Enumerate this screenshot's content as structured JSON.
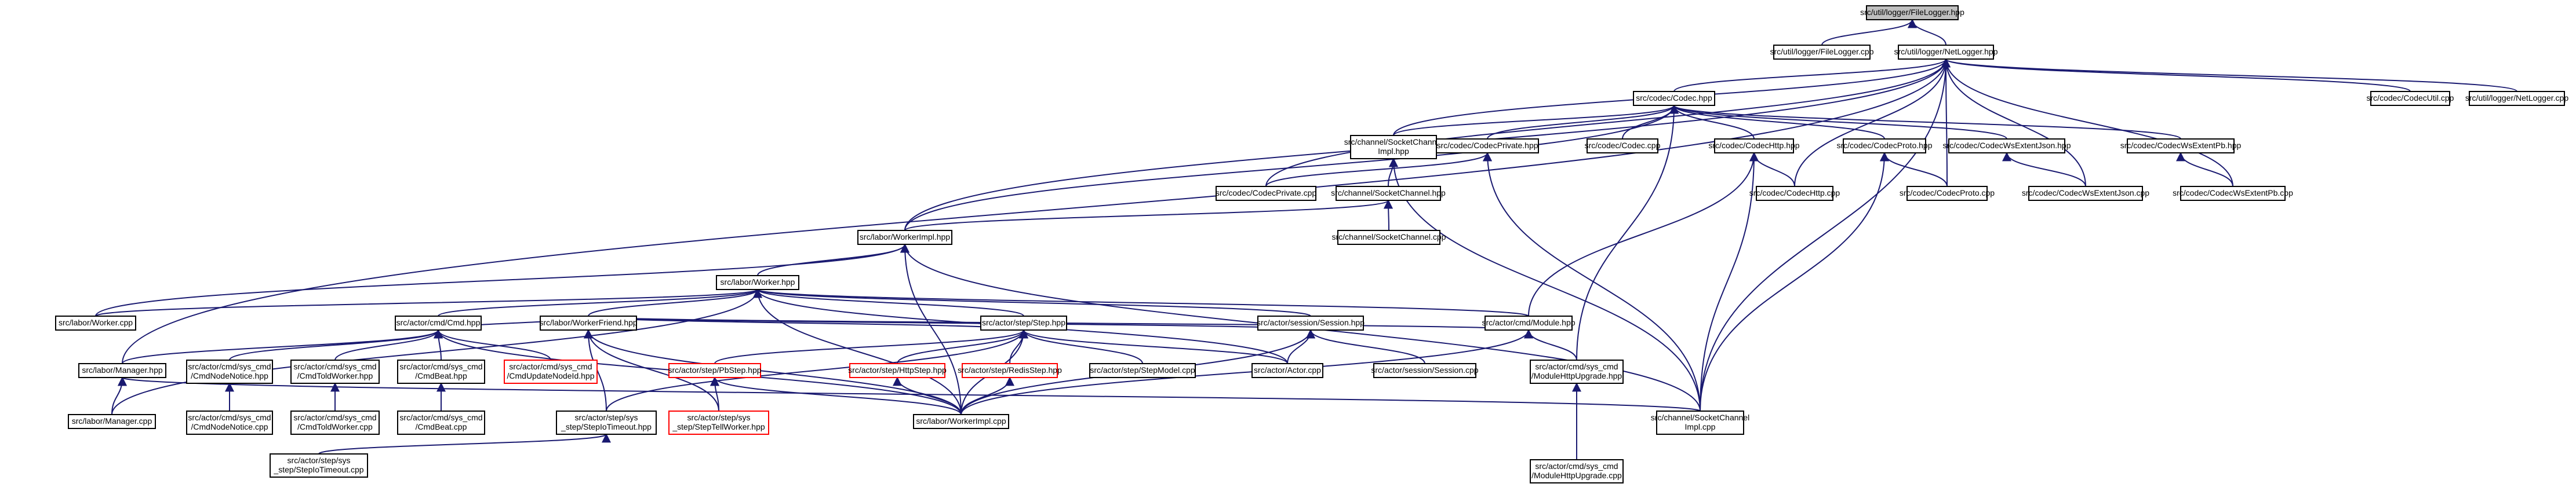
{
  "colors": {
    "edge": "#191970",
    "node_border": "#000000",
    "missing_border": "#ff0000",
    "root_fill": "#bfbfbf",
    "background": "#ffffff"
  },
  "nodes": [
    {
      "id": "filelogger_hpp",
      "lines": [
        "src/util/logger/FileLogger.hpp"
      ],
      "style": "root"
    },
    {
      "id": "filelogger_cpp",
      "lines": [
        "src/util/logger/FileLogger.cpp"
      ]
    },
    {
      "id": "netlogger_hpp",
      "lines": [
        "src/util/logger/NetLogger.hpp"
      ]
    },
    {
      "id": "codec_hpp",
      "lines": [
        "src/codec/Codec.hpp"
      ]
    },
    {
      "id": "codecutil_cpp",
      "lines": [
        "src/codec/CodecUtil.cpp"
      ]
    },
    {
      "id": "netlogger_cpp",
      "lines": [
        "src/util/logger/NetLogger.cpp"
      ]
    },
    {
      "id": "socketchannelimpl_hpp",
      "lines": [
        "src/channel/SocketChannel",
        "Impl.hpp"
      ]
    },
    {
      "id": "codecprivate_hpp",
      "lines": [
        "src/codec/CodecPrivate.hpp"
      ]
    },
    {
      "id": "codec_cpp",
      "lines": [
        "src/codec/Codec.cpp"
      ]
    },
    {
      "id": "codechttp_hpp",
      "lines": [
        "src/codec/CodecHttp.hpp"
      ]
    },
    {
      "id": "codecproto_hpp",
      "lines": [
        "src/codec/CodecProto.hpp"
      ]
    },
    {
      "id": "codecwsextentjson_hpp",
      "lines": [
        "src/codec/CodecWsExtentJson.hpp"
      ]
    },
    {
      "id": "codecwsextentpb_hpp",
      "lines": [
        "src/codec/CodecWsExtentPb.hpp"
      ]
    },
    {
      "id": "codecprivate_cpp",
      "lines": [
        "src/codec/CodecPrivate.cpp"
      ]
    },
    {
      "id": "socketchannel_hpp",
      "lines": [
        "src/channel/SocketChannel.hpp"
      ]
    },
    {
      "id": "codechttp_cpp",
      "lines": [
        "src/codec/CodecHttp.cpp"
      ]
    },
    {
      "id": "codecproto_cpp",
      "lines": [
        "src/codec/CodecProto.cpp"
      ]
    },
    {
      "id": "codecwsextentjson_cpp",
      "lines": [
        "src/codec/CodecWsExtentJson.cpp"
      ]
    },
    {
      "id": "codecwsextentpb_cpp",
      "lines": [
        "src/codec/CodecWsExtentPb.cpp"
      ]
    },
    {
      "id": "workerimpl_hpp",
      "lines": [
        "src/labor/WorkerImpl.hpp"
      ]
    },
    {
      "id": "socketchannel_cpp",
      "lines": [
        "src/channel/SocketChannel.cpp"
      ]
    },
    {
      "id": "worker_hpp",
      "lines": [
        "src/labor/Worker.hpp"
      ]
    },
    {
      "id": "worker_cpp",
      "lines": [
        "src/labor/Worker.cpp"
      ]
    },
    {
      "id": "cmd_hpp",
      "lines": [
        "src/actor/cmd/Cmd.hpp"
      ]
    },
    {
      "id": "workerfriend_hpp",
      "lines": [
        "src/labor/WorkerFriend.hpp"
      ]
    },
    {
      "id": "step_hpp",
      "lines": [
        "src/actor/step/Step.hpp"
      ]
    },
    {
      "id": "session_hpp",
      "lines": [
        "src/actor/session/Session.hpp"
      ]
    },
    {
      "id": "module_hpp",
      "lines": [
        "src/actor/cmd/Module.hpp"
      ]
    },
    {
      "id": "manager_hpp",
      "lines": [
        "src/labor/Manager.hpp"
      ]
    },
    {
      "id": "cmdnodenotice_hpp",
      "lines": [
        "src/actor/cmd/sys_cmd",
        "/CmdNodeNotice.hpp"
      ]
    },
    {
      "id": "cmdtoldworker_hpp",
      "lines": [
        "src/actor/cmd/sys_cmd",
        "/CmdToldWorker.hpp"
      ]
    },
    {
      "id": "cmdbeat_hpp",
      "lines": [
        "src/actor/cmd/sys_cmd",
        "/CmdBeat.hpp"
      ]
    },
    {
      "id": "cmdupdatenodeid_hpp",
      "lines": [
        "src/actor/cmd/sys_cmd",
        "/CmdUpdateNodeId.hpp"
      ],
      "style": "missing"
    },
    {
      "id": "pbstep_hpp",
      "lines": [
        "src/actor/step/PbStep.hpp"
      ],
      "style": "missing"
    },
    {
      "id": "httpstep_hpp",
      "lines": [
        "src/actor/step/HttpStep.hpp"
      ],
      "style": "missing"
    },
    {
      "id": "redisstep_hpp",
      "lines": [
        "src/actor/step/RedisStep.hpp"
      ],
      "style": "missing"
    },
    {
      "id": "stepmodel_cpp",
      "lines": [
        "src/actor/step/StepModel.cpp"
      ]
    },
    {
      "id": "actor_cpp",
      "lines": [
        "src/actor/Actor.cpp"
      ]
    },
    {
      "id": "session_cpp",
      "lines": [
        "src/actor/session/Session.cpp"
      ]
    },
    {
      "id": "modulehttpupgrade_hpp",
      "lines": [
        "src/actor/cmd/sys_cmd",
        "/ModuleHttpUpgrade.hpp"
      ]
    },
    {
      "id": "manager_cpp",
      "lines": [
        "src/labor/Manager.cpp"
      ]
    },
    {
      "id": "cmdnodenotice_cpp",
      "lines": [
        "src/actor/cmd/sys_cmd",
        "/CmdNodeNotice.cpp"
      ]
    },
    {
      "id": "cmdtoldworker_cpp",
      "lines": [
        "src/actor/cmd/sys_cmd",
        "/CmdToldWorker.cpp"
      ]
    },
    {
      "id": "cmdbeat_cpp",
      "lines": [
        "src/actor/cmd/sys_cmd",
        "/CmdBeat.cpp"
      ]
    },
    {
      "id": "steptimeout_hpp",
      "lines": [
        "src/actor/step/sys",
        "_step/StepIoTimeout.hpp"
      ]
    },
    {
      "id": "steptellworker_hpp",
      "lines": [
        "src/actor/step/sys",
        "_step/StepTellWorker.hpp"
      ],
      "style": "missing"
    },
    {
      "id": "workerimpl_cpp",
      "lines": [
        "src/labor/WorkerImpl.cpp"
      ]
    },
    {
      "id": "socketchannelimpl_cpp",
      "lines": [
        "src/channel/SocketChannel",
        "Impl.cpp"
      ]
    },
    {
      "id": "modulehttpupgrade_cpp",
      "lines": [
        "src/actor/cmd/sys_cmd",
        "/ModuleHttpUpgrade.cpp"
      ]
    },
    {
      "id": "steptimeout_cpp",
      "lines": [
        "src/actor/step/sys",
        "_step/StepIoTimeout.cpp"
      ]
    }
  ],
  "edges": [
    [
      "filelogger_hpp",
      "filelogger_cpp"
    ],
    [
      "filelogger_hpp",
      "netlogger_hpp"
    ],
    [
      "netlogger_hpp",
      "codec_hpp"
    ],
    [
      "netlogger_hpp",
      "codecutil_cpp"
    ],
    [
      "netlogger_hpp",
      "netlogger_cpp"
    ],
    [
      "netlogger_hpp",
      "socketchannelimpl_hpp"
    ],
    [
      "netlogger_hpp",
      "workerimpl_hpp"
    ],
    [
      "netlogger_hpp",
      "manager_hpp"
    ],
    [
      "netlogger_hpp",
      "codecprivate_cpp"
    ],
    [
      "netlogger_hpp",
      "codechttp_cpp"
    ],
    [
      "netlogger_hpp",
      "codecproto_cpp"
    ],
    [
      "netlogger_hpp",
      "codecwsextentjson_cpp"
    ],
    [
      "netlogger_hpp",
      "codecwsextentpb_cpp"
    ],
    [
      "netlogger_hpp",
      "socketchannelimpl_cpp"
    ],
    [
      "codec_hpp",
      "socketchannelimpl_hpp"
    ],
    [
      "codec_hpp",
      "codecprivate_hpp"
    ],
    [
      "codec_hpp",
      "codec_cpp"
    ],
    [
      "codec_hpp",
      "codechttp_hpp"
    ],
    [
      "codec_hpp",
      "codecproto_hpp"
    ],
    [
      "codec_hpp",
      "codecwsextentjson_hpp"
    ],
    [
      "codec_hpp",
      "codecwsextentpb_hpp"
    ],
    [
      "codec_hpp",
      "workerimpl_hpp"
    ],
    [
      "codec_hpp",
      "modulehttpupgrade_hpp"
    ],
    [
      "socketchannelimpl_hpp",
      "socketchannel_hpp"
    ],
    [
      "socketchannelimpl_hpp",
      "socketchannelimpl_cpp"
    ],
    [
      "codecprivate_hpp",
      "codecprivate_cpp"
    ],
    [
      "codecprivate_hpp",
      "socketchannelimpl_cpp"
    ],
    [
      "codechttp_hpp",
      "codechttp_cpp"
    ],
    [
      "codechttp_hpp",
      "module_hpp"
    ],
    [
      "codechttp_hpp",
      "socketchannelimpl_cpp"
    ],
    [
      "codecproto_hpp",
      "codecproto_cpp"
    ],
    [
      "codecproto_hpp",
      "socketchannelimpl_cpp"
    ],
    [
      "codecwsextentjson_hpp",
      "codecwsextentjson_cpp"
    ],
    [
      "codecwsextentpb_hpp",
      "codecwsextentpb_cpp"
    ],
    [
      "socketchannel_hpp",
      "socketchannel_cpp"
    ],
    [
      "socketchannel_hpp",
      "workerimpl_hpp"
    ],
    [
      "workerimpl_hpp",
      "worker_hpp"
    ],
    [
      "workerimpl_hpp",
      "worker_cpp"
    ],
    [
      "workerimpl_hpp",
      "workerimpl_cpp"
    ],
    [
      "workerimpl_hpp",
      "socketchannelimpl_cpp"
    ],
    [
      "worker_hpp",
      "worker_cpp"
    ],
    [
      "worker_hpp",
      "cmd_hpp"
    ],
    [
      "worker_hpp",
      "workerfriend_hpp"
    ],
    [
      "worker_hpp",
      "step_hpp"
    ],
    [
      "worker_hpp",
      "session_hpp"
    ],
    [
      "worker_hpp",
      "module_hpp"
    ],
    [
      "worker_hpp",
      "manager_cpp"
    ],
    [
      "worker_hpp",
      "actor_cpp"
    ],
    [
      "worker_hpp",
      "workerimpl_cpp"
    ],
    [
      "cmd_hpp",
      "manager_hpp"
    ],
    [
      "cmd_hpp",
      "cmdnodenotice_hpp"
    ],
    [
      "cmd_hpp",
      "cmdtoldworker_hpp"
    ],
    [
      "cmd_hpp",
      "cmdbeat_hpp"
    ],
    [
      "cmd_hpp",
      "cmdupdatenodeid_hpp"
    ],
    [
      "cmd_hpp",
      "workerimpl_cpp"
    ],
    [
      "workerfriend_hpp",
      "cmd_hpp"
    ],
    [
      "workerfriend_hpp",
      "step_hpp"
    ],
    [
      "workerfriend_hpp",
      "session_hpp"
    ],
    [
      "workerfriend_hpp",
      "module_hpp"
    ],
    [
      "workerfriend_hpp",
      "steptimeout_hpp"
    ],
    [
      "workerfriend_hpp",
      "steptellworker_hpp"
    ],
    [
      "workerfriend_hpp",
      "workerimpl_cpp"
    ],
    [
      "step_hpp",
      "pbstep_hpp"
    ],
    [
      "step_hpp",
      "httpstep_hpp"
    ],
    [
      "step_hpp",
      "redisstep_hpp"
    ],
    [
      "step_hpp",
      "stepmodel_cpp"
    ],
    [
      "step_hpp",
      "actor_cpp"
    ],
    [
      "step_hpp",
      "steptimeout_hpp"
    ],
    [
      "step_hpp",
      "workerimpl_cpp"
    ],
    [
      "session_hpp",
      "actor_cpp"
    ],
    [
      "session_hpp",
      "session_cpp"
    ],
    [
      "session_hpp",
      "workerimpl_cpp"
    ],
    [
      "module_hpp",
      "modulehttpupgrade_hpp"
    ],
    [
      "module_hpp",
      "workerimpl_cpp"
    ],
    [
      "manager_hpp",
      "manager_cpp"
    ],
    [
      "manager_hpp",
      "socketchannelimpl_cpp"
    ],
    [
      "cmdnodenotice_hpp",
      "cmdnodenotice_cpp"
    ],
    [
      "cmdtoldworker_hpp",
      "cmdtoldworker_cpp"
    ],
    [
      "cmdbeat_hpp",
      "cmdbeat_cpp"
    ],
    [
      "pbstep_hpp",
      "steptellworker_hpp"
    ],
    [
      "pbstep_hpp",
      "workerimpl_cpp"
    ],
    [
      "httpstep_hpp",
      "workerimpl_cpp"
    ],
    [
      "redisstep_hpp",
      "workerimpl_cpp"
    ],
    [
      "steptimeout_hpp",
      "steptimeout_cpp"
    ],
    [
      "modulehttpupgrade_hpp",
      "modulehttpupgrade_cpp"
    ]
  ]
}
